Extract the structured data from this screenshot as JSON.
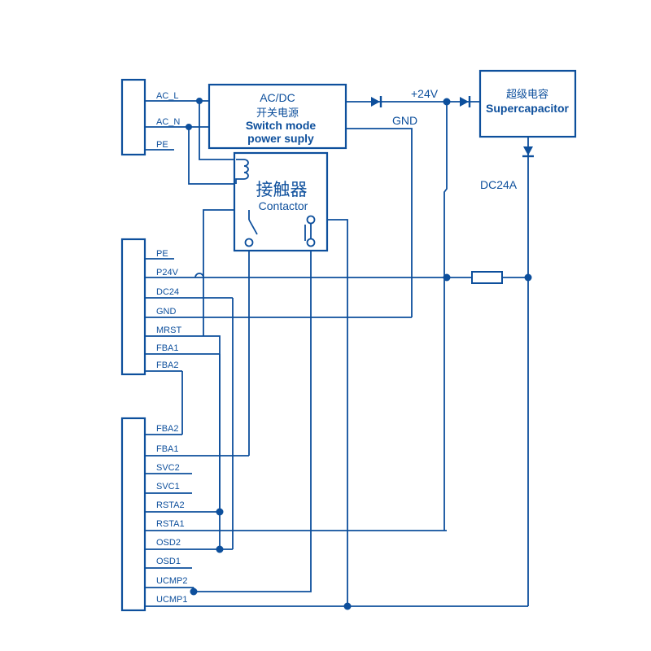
{
  "colors": {
    "wire": "#0d4f9c",
    "background": "#ffffff"
  },
  "psu": {
    "title": "AC/DC",
    "subtitle_zh": "开关电源",
    "line1": "Switch mode",
    "line2": "power suply"
  },
  "supercap": {
    "label_zh": "超级电容",
    "label_en": "Supercapacitor"
  },
  "contactor": {
    "label_zh": "接触器",
    "label_en": "Contactor"
  },
  "labels": {
    "v24": "+24V",
    "gnd": "GND",
    "dc24a": "DC24A"
  },
  "connector1": {
    "pins": [
      "AC_L",
      "AC_N",
      "PE"
    ]
  },
  "connector2": {
    "pins": [
      "PE",
      "P24V",
      "DC24",
      "GND",
      "MRST",
      "FBA1",
      "FBA2"
    ]
  },
  "connector3": {
    "pins": [
      "FBA2",
      "FBA1",
      "SVC2",
      "SVC1",
      "RSTA2",
      "RSTA1",
      "OSD2",
      "OSD1",
      "UCMP2",
      "UCMP1"
    ]
  }
}
